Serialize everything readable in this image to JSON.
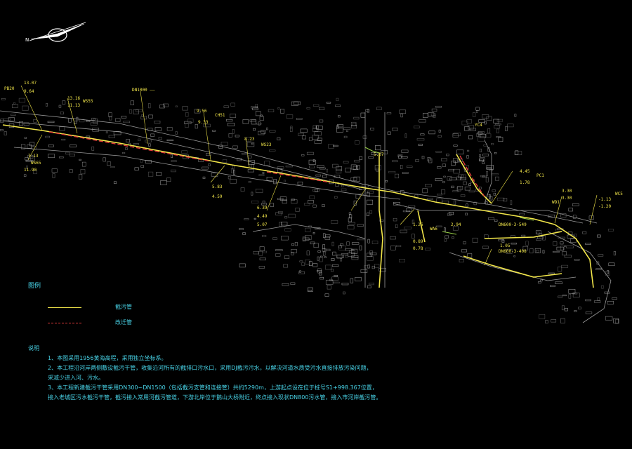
{
  "colors": {
    "background": "#000000",
    "pipe_yellow": "#f2e64a",
    "pipe_red": "#e23b3b",
    "text_cyan": "#48d2e6",
    "building_gray": "#c9c9c9",
    "accent_green": "#9bd44a"
  },
  "compass": {
    "icon": "north-arrow-icon",
    "label": "N"
  },
  "labels": [
    {
      "id": "pb20",
      "text": "PB20",
      "color": "#f2e64a"
    },
    {
      "id": "v1307",
      "text": "13.07",
      "color": "#f2e64a"
    },
    {
      "id": "v964",
      "text": "9.64",
      "color": "#f2e64a"
    },
    {
      "id": "v1316",
      "text": "13.16",
      "color": "#f2e64a"
    },
    {
      "id": "v1113",
      "text": "11.13",
      "color": "#f2e64a"
    },
    {
      "id": "ws55",
      "text": "WS55",
      "color": "#f2e64a"
    },
    {
      "id": "dn1000",
      "text": "DN1000 ——",
      "color": "#f2e64a"
    },
    {
      "id": "v956",
      "text": "9.56",
      "color": "#f2e64a"
    },
    {
      "id": "v933",
      "text": "9.33",
      "color": "#f2e64a"
    },
    {
      "id": "ch51",
      "text": "CH51",
      "color": "#f2e64a"
    },
    {
      "id": "v823",
      "text": "8.23",
      "color": "#f2e64a"
    },
    {
      "id": "ws23",
      "text": "WS23",
      "color": "#f2e64a"
    },
    {
      "id": "v1190",
      "text": "11.90",
      "color": "#f2e64a"
    },
    {
      "id": "ws65",
      "text": "WS65",
      "color": "#f2e64a"
    },
    {
      "id": "v713",
      "text": "7.13",
      "color": "#f2e64a"
    },
    {
      "id": "v583",
      "text": "5.83",
      "color": "#f2e64a"
    },
    {
      "id": "v459",
      "text": "4.59",
      "color": "#f2e64a"
    },
    {
      "id": "v639",
      "text": "6.39",
      "color": "#f2e64a"
    },
    {
      "id": "v449",
      "text": "4.49",
      "color": "#f2e64a"
    },
    {
      "id": "v507",
      "text": "5.07",
      "color": "#f2e64a"
    },
    {
      "id": "v537",
      "text": "5.37",
      "color": "#f2e64a"
    },
    {
      "id": "v126",
      "text": "1.26",
      "color": "#f2e64a"
    },
    {
      "id": "v089",
      "text": "0.89",
      "color": "#f2e64a"
    },
    {
      "id": "v078",
      "text": "0.78",
      "color": "#f2e64a"
    },
    {
      "id": "wa6",
      "text": "WA6",
      "color": "#f2e64a"
    },
    {
      "id": "v294",
      "text": "2.94",
      "color": "#f2e64a"
    },
    {
      "id": "v445",
      "text": "4.45",
      "color": "#f2e64a"
    },
    {
      "id": "v178",
      "text": "1.78",
      "color": "#f2e64a"
    },
    {
      "id": "pc1",
      "text": "PC1",
      "color": "#f2e64a"
    },
    {
      "id": "yc4",
      "text": "YC4",
      "color": "#f2e64a"
    },
    {
      "id": "v330a",
      "text": "3.30",
      "color": "#f2e64a"
    },
    {
      "id": "v330b",
      "text": "3.30",
      "color": "#f2e64a"
    },
    {
      "id": "wd1",
      "text": "WD1",
      "color": "#f2e64a"
    },
    {
      "id": "wc5",
      "text": "WC5",
      "color": "#f2e64a"
    },
    {
      "id": "v113n",
      "text": "-1.13",
      "color": "#f2e64a"
    },
    {
      "id": "v120n",
      "text": "-1.20",
      "color": "#f2e64a"
    },
    {
      "id": "dn600a",
      "text": "DN600-3-549",
      "color": "#f2e64a"
    },
    {
      "id": "dn600b",
      "text": "DN600-3-408",
      "color": "#f2e64a"
    },
    {
      "id": "v105",
      "text": "1.05",
      "color": "#f2e64a"
    }
  ],
  "legend": {
    "title": "图例",
    "items": [
      {
        "label": "截污管",
        "color": "#f2e64a",
        "style": "solid"
      },
      {
        "label": "改迁管",
        "color": "#e23b3b",
        "style": "dashed"
      }
    ]
  },
  "notes": {
    "title": "说明",
    "lines": [
      "1、本图采用1956黄海高程，采用独立坐标系。",
      "2、本工程沿河岸两侧敷设截污干管，收集沿河所有的截排口污水口，采用DJ截污污水，以解决河道水质受污水直接排放污染问题，",
      "   采减少进入河、污水。",
      "3、本工程新建截污干管采用DN300~DN1500（包括截污支管和连接管）共约5290m，上游起点设在位于桩号S1+998.367位置，",
      "   接入老城区污水截污干管，截污接入常用河截污管道，下游北岸位于鹅山大桥附近，终点接入现状DN800污水管，接入市河岸截污管。"
    ]
  }
}
